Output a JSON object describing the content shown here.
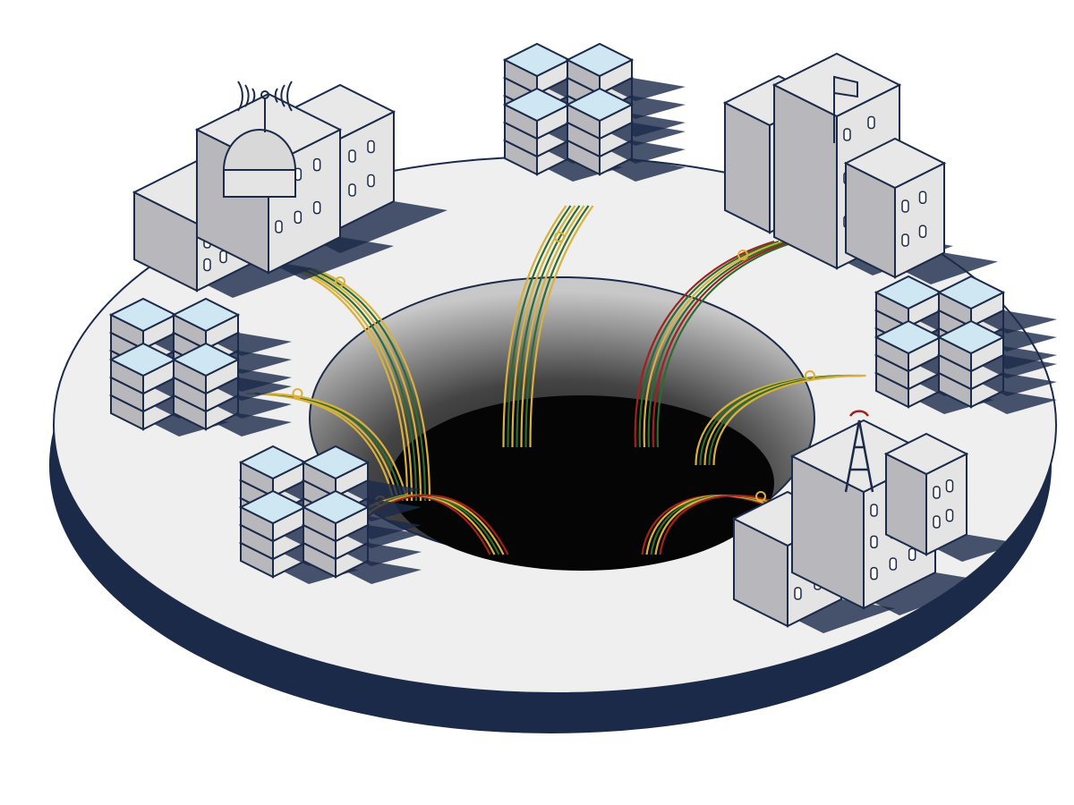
{
  "illustration": {
    "subject": "ring-platform-with-central-hole",
    "colors": {
      "background": "#ffffff",
      "platform_top": "#eeeeee",
      "platform_edge": "#1c2a4a",
      "outline": "#1c2a4a",
      "hole_dark": "#050505",
      "hole_wall": "#9a9a9a",
      "building_face": "#e4e4e4",
      "building_shade": "#b8b8bc",
      "server_top": "#cfe6f3",
      "flow_yellow": "#d9b13a",
      "flow_green": "#2e6b2e",
      "flow_red": "#a3201e",
      "shadow": "#1c2a4a"
    },
    "elements": [
      {
        "name": "capitol-building-with-antenna",
        "kind": "building"
      },
      {
        "name": "server-cluster-top",
        "kind": "servers"
      },
      {
        "name": "government-building-with-flag",
        "kind": "building"
      },
      {
        "name": "server-cluster-left",
        "kind": "servers"
      },
      {
        "name": "server-cluster-right",
        "kind": "servers"
      },
      {
        "name": "server-cluster-bottom-left",
        "kind": "servers"
      },
      {
        "name": "office-building-with-radio-tower",
        "kind": "building"
      }
    ]
  }
}
